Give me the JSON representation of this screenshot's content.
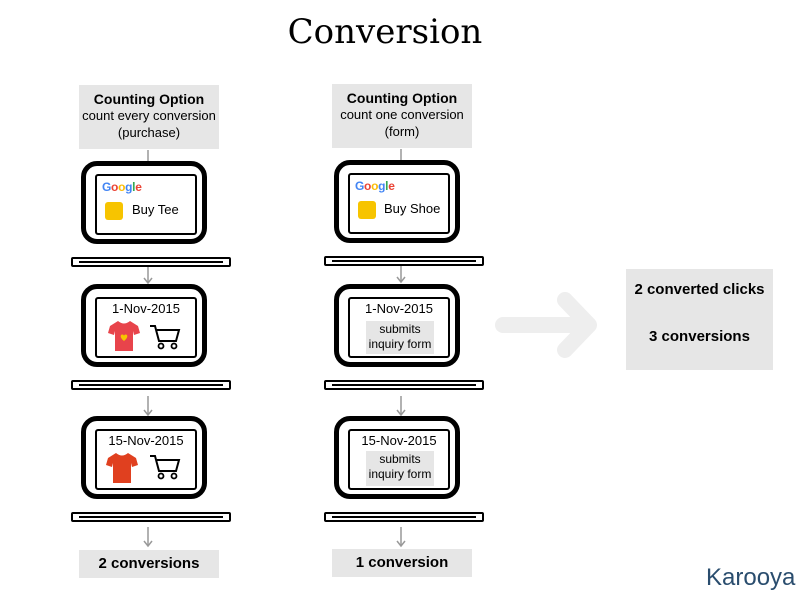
{
  "title": "Conversion",
  "left": {
    "option_heading": "Counting Option",
    "option_line1": "count every conversion",
    "option_line2": "(purchase)",
    "ad_brand": "Google",
    "ad_text": "Buy Tee",
    "date1": "1-Nov-2015",
    "date2": "15-Nov-2015",
    "result": "2 conversions"
  },
  "right": {
    "option_heading": "Counting Option",
    "option_line1": "count one conversion",
    "option_line2": "(form)",
    "ad_brand": "Google",
    "ad_text": "Buy Shoe",
    "date1": "1-Nov-2015",
    "date2": "15-Nov-2015",
    "action_line1": "submits",
    "action_line2": "inquiry form",
    "result": "1 conversion"
  },
  "summary": {
    "clicks": "2 converted clicks",
    "conversions": "3 conversions"
  },
  "brand": "Karooya",
  "colors": {
    "box_gray": "#e6e6e6",
    "shirt_red_1": "#e8444b",
    "shirt_red_2": "#e0401f",
    "ad_square": "#f7c400",
    "arrow_gray": "#eeeeee",
    "brand_blue": "#2a4d6e"
  }
}
